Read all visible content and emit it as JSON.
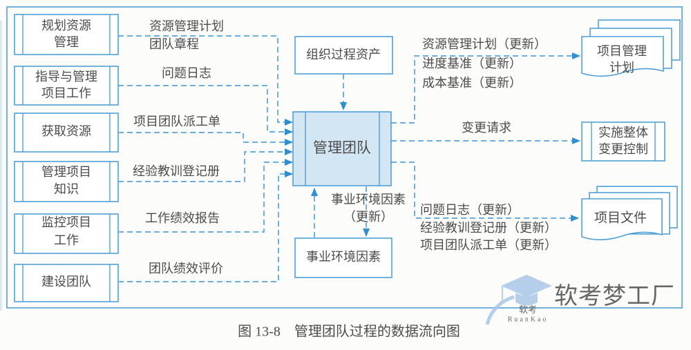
{
  "diagram": {
    "caption": "图 13-8　管理团队过程的数据流向图",
    "colors": {
      "line_blue": "#55a3d9",
      "process_fill": "#d3e6f4",
      "text_gray": "#4c4c4c",
      "watermark_blue": "#b5cbe3"
    },
    "source_boxes": [
      {
        "lines": [
          "规划资源",
          "管理"
        ]
      },
      {
        "lines": [
          "指导与管理",
          "项目工作"
        ]
      },
      {
        "lines": [
          "获取资源"
        ]
      },
      {
        "lines": [
          "管理项目",
          "知识"
        ]
      },
      {
        "lines": [
          "监控项目",
          "工作"
        ]
      },
      {
        "lines": [
          "建设团队"
        ]
      }
    ],
    "center_process": {
      "name": "管理团队"
    },
    "opa_box": {
      "name": "组织过程资产"
    },
    "eef_box": {
      "name": "事业环境因素"
    },
    "input_flows": [
      {
        "label": [
          "资源管理计划",
          "团队章程"
        ]
      },
      {
        "label": [
          "问题日志"
        ]
      },
      {
        "label": [
          "项目团队派工单"
        ]
      },
      {
        "label": [
          "经验教训登记册"
        ]
      },
      {
        "label": [
          "工作绩效报告"
        ]
      },
      {
        "label": [
          "团队绩效评价"
        ]
      }
    ],
    "eef_update_label": [
      "事业环境因素",
      "（更新）"
    ],
    "output_flows": [
      {
        "labels": [
          "资源管理计划（更新）",
          "进度基准（更新）",
          "成本基准（更新）"
        ]
      },
      {
        "labels": [
          "变更请求"
        ]
      },
      {
        "labels": [
          "问题日志（更新）",
          "经验教训登记册（更新）",
          "项目团队派工单（更新）"
        ]
      }
    ],
    "targets": {
      "pm_plan": [
        "项目管理",
        "计划"
      ],
      "perform_icc": [
        "实施整体",
        "变更控制"
      ],
      "project_docs": [
        "项目文件"
      ]
    },
    "watermark": {
      "brand": "软考梦工厂",
      "logo_text": "软考",
      "logo_romanized": "RuanKao"
    }
  }
}
